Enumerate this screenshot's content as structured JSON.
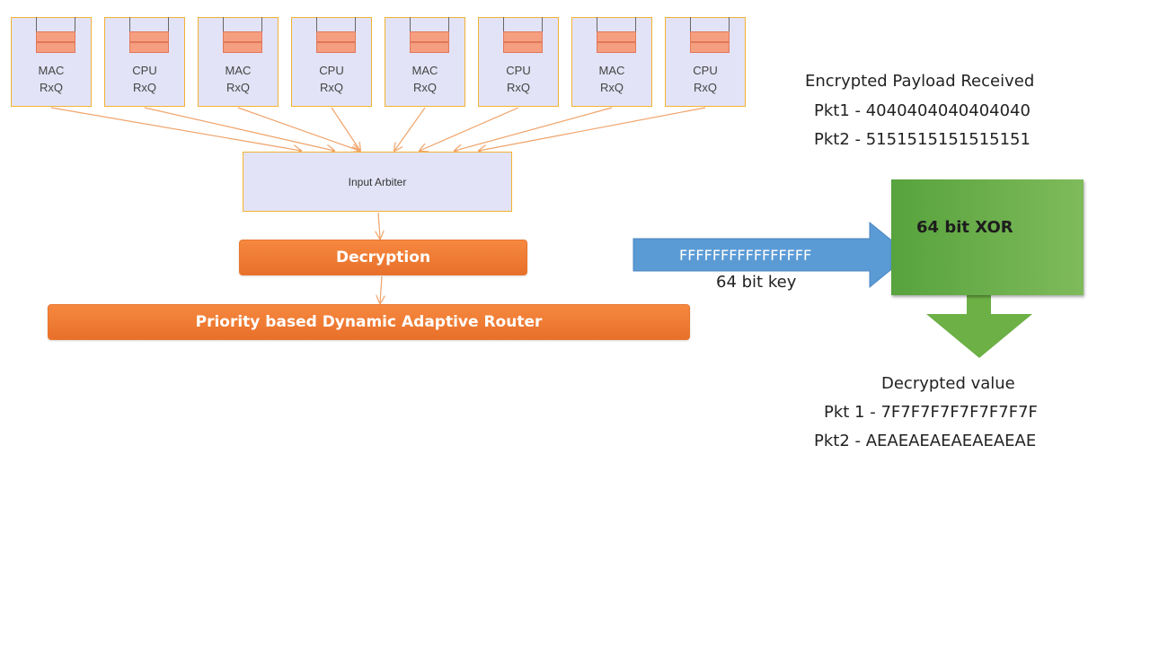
{
  "queues": [
    {
      "line1": "MAC",
      "line2": "RxQ"
    },
    {
      "line1": "CPU",
      "line2": "RxQ"
    },
    {
      "line1": "MAC",
      "line2": "RxQ"
    },
    {
      "line1": "CPU",
      "line2": "RxQ"
    },
    {
      "line1": "MAC",
      "line2": "RxQ"
    },
    {
      "line1": "CPU",
      "line2": "RxQ"
    },
    {
      "line1": "MAC",
      "line2": "RxQ"
    },
    {
      "line1": "CPU",
      "line2": "RxQ"
    }
  ],
  "arbiter_label": "Input Arbiter",
  "decryption_label": "Decryption",
  "router_label": "Priority based Dynamic Adaptive Router",
  "encrypted": {
    "heading": "Encrypted Payload Received",
    "pkt1": "Pkt1 - 4040404040404040",
    "pkt2": "Pkt2 - 5151515151515151"
  },
  "xor_label": "64 bit XOR",
  "key": {
    "value": "FFFFFFFFFFFFFFFF",
    "caption": "64 bit key"
  },
  "decrypted": {
    "heading": "Decrypted value",
    "pkt1": "Pkt 1 - 7F7F7F7F7F7F7F7F",
    "pkt2": "Pkt2 - AEAEAEAEAEAEAEAE"
  },
  "colors": {
    "box_fill": "#e3e3f7",
    "box_border": "#f2b233",
    "connector": "#f0a36a",
    "orange": "#ec7a31",
    "key_arrow": "#5b9bd5",
    "xor_green": "#6cb046"
  }
}
